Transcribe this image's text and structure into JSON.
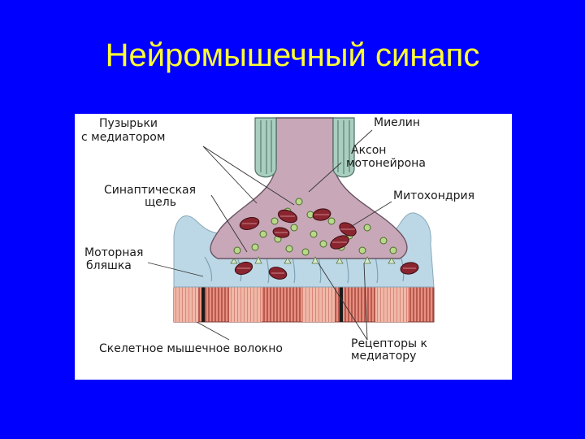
{
  "slide": {
    "title": "Нейромышечный синапс"
  },
  "labels": {
    "vesicles_line1": "Пузырьки",
    "vesicles_line2": "с медиатором",
    "cleft_line1": "Синаптическая",
    "cleft_line2": "щель",
    "plate_line1": "Моторная",
    "plate_line2": "бляшка",
    "muscle_fiber": "Скелетное мышечное волокно",
    "myelin": "Миелин",
    "axon_line1": "Аксон",
    "axon_line2": "мотонейрона",
    "mitochondria": "Митохондрия",
    "receptors_line1": "Рецепторы к",
    "receptors_line2": "медиатору"
  },
  "colors": {
    "background": "#0000ff",
    "title": "#ffff33",
    "axon_terminal": "#c8a8b8",
    "myelin": "#a9cfc0",
    "motor_plate": "#bcd8e6",
    "muscle_fiber": "#e48a78",
    "mitochondria": "#8a2530",
    "vesicles": "#b9d88a"
  }
}
